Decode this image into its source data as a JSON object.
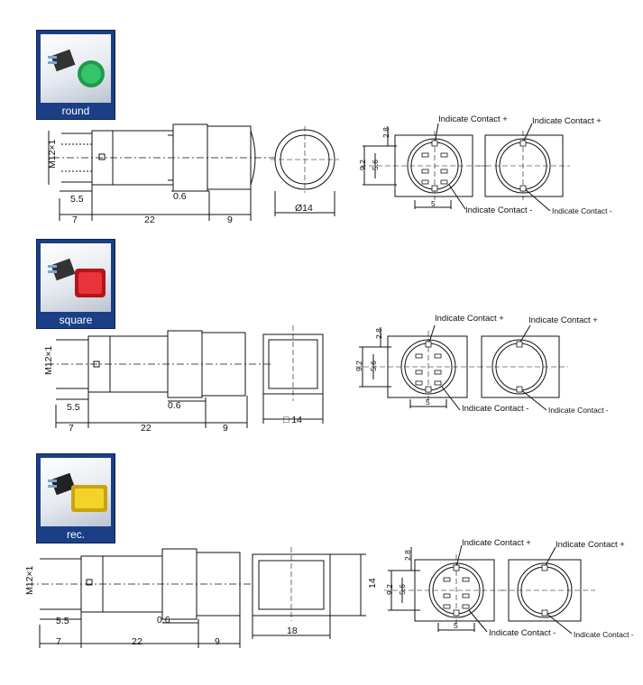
{
  "variants": [
    {
      "name": "round",
      "photo_color": "#1f9a4a",
      "thread": "M12×1",
      "dim_55": "5.5",
      "dim_06": "0.6",
      "dim_7": "7",
      "dim_22": "22",
      "dim_9": "9",
      "front_dim": "Ø14",
      "front_dim_2": "",
      "pins": {
        "d28": "2.8",
        "d92": "9.2",
        "d56": "5.6",
        "d5": "5"
      },
      "contact_plus": "Indicate Contact +",
      "contact_minus": "Indicate Contact -",
      "contact_plus_2": "Indicate Contact +",
      "contact_minus_2": "Indicate Contact -"
    },
    {
      "name": "square",
      "photo_color": "#d8262a",
      "thread": "M12×1",
      "dim_55": "5.5",
      "dim_06": "0.6",
      "dim_7": "7",
      "dim_22": "22",
      "dim_9": "9",
      "front_dim": "□ 14",
      "front_dim_2": "",
      "pins": {
        "d28": "2.8",
        "d92": "9.2",
        "d56": "5.6",
        "d5": "5"
      },
      "contact_plus": "Indicate Contact +",
      "contact_minus": "Indicate Contact -",
      "contact_plus_2": "Indicate Contact +",
      "contact_minus_2": "Indicate Contact -"
    },
    {
      "name": "rec.",
      "photo_color": "#f2c81c",
      "thread": "M12×1",
      "dim_55": "5.5",
      "dim_06": "0.6",
      "dim_7": "7",
      "dim_22": "22",
      "dim_9": "9",
      "front_dim": "18",
      "front_dim_2": "14",
      "pins": {
        "d28": "2.8",
        "d92": "9.2",
        "d56": "5.6",
        "d5": "5"
      },
      "contact_plus": "Indicate Contact +",
      "contact_minus": "Indicate Contact -",
      "contact_plus_2": "Indicate Contact +",
      "contact_minus_2": "Indicate Contact -"
    }
  ]
}
